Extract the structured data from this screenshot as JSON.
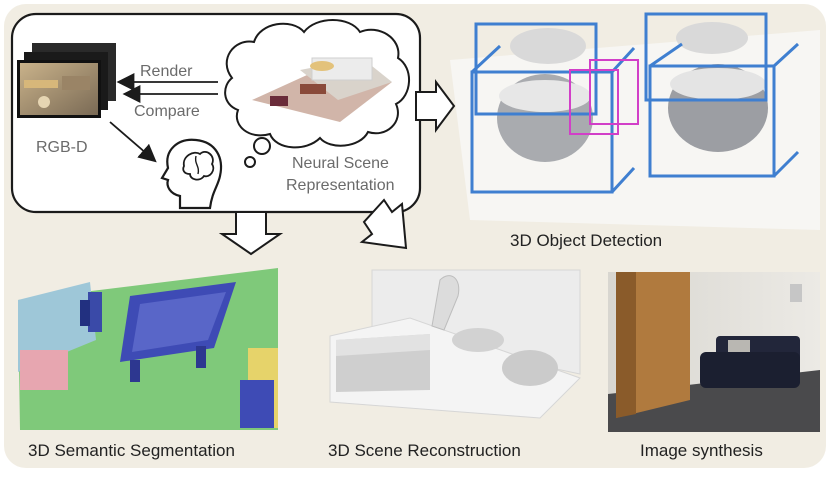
{
  "colors": {
    "background": "#f1ede3",
    "box_stroke": "#1b1b1b",
    "detection_box": "#3f7fd0",
    "detection_box_small": "#d23fc8",
    "floor_green": "#7fc97a",
    "table_blue": "#3e4bb5",
    "gray_text": "#6b6b6b"
  },
  "pipeline": {
    "input_label": "RGB-D",
    "render_label": "Render",
    "compare_label": "Compare",
    "scene_label_line1": "Neural  Scene",
    "scene_label_line2": "Representation",
    "brain_icon": "head-with-brain-icon"
  },
  "tasks": {
    "detection": "3D Object Detection",
    "segmentation": "3D Semantic Segmentation",
    "reconstruction": "3D Scene Reconstruction",
    "synthesis": "Image synthesis"
  }
}
